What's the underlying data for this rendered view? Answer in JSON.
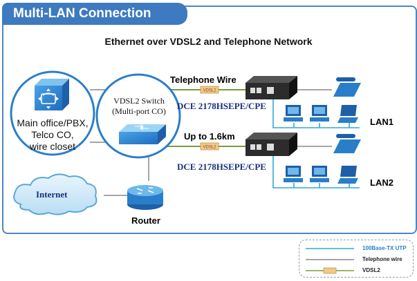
{
  "header": {
    "title": "Multi-LAN Connection"
  },
  "diagram": {
    "subtitle": "Ethernet over VDSL2 and Telephone Network",
    "main_office": {
      "line1": "Main office/PBX,",
      "line2": "Telco CO,",
      "line3": "wire closet"
    },
    "switch": {
      "line1": "VDSL2 Switch",
      "line2": "(Multi-port CO)"
    },
    "telephone_wire_label": "Telephone Wire",
    "distance_label": "Up to 1.6km",
    "cpe1_label": "DCE 2178HSEPE/CPE",
    "cpe2_label": "DCE 2178HSEPE/CPE",
    "vdsl_tag": "VDSL2",
    "lan1": "LAN1",
    "lan2": "LAN2",
    "internet": "Internet",
    "router": "Router"
  },
  "legend": {
    "utp": "100Base-TX UTP",
    "telephone": "Telephone wire",
    "vdsl2": "VDSL2"
  },
  "colors": {
    "brand_blue": "#3d7ac0",
    "utp_line": "#2ea8d8",
    "telephone_line": "#888888",
    "vdsl2_line": "#7a9a3a"
  }
}
